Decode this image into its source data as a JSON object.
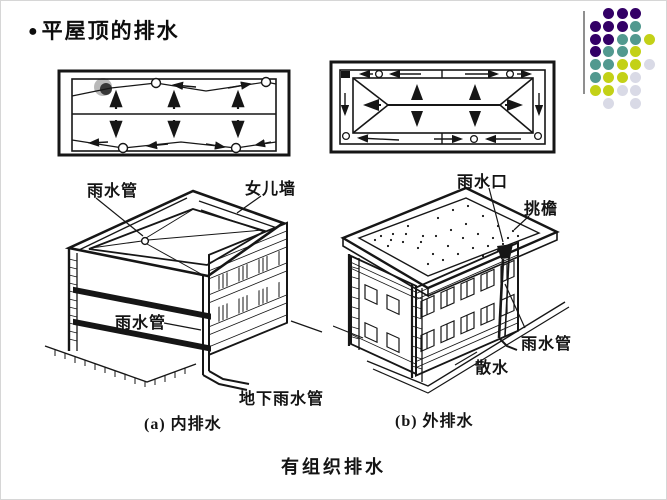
{
  "slide": {
    "bullet": "●",
    "title": "平屋顶的排水",
    "footer": "有组织排水"
  },
  "figure": {
    "caption_a": "(a) 内排水",
    "caption_b": "(b) 外排水",
    "labels": {
      "rain_pipe_roof": "雨水管",
      "parapet": "女儿墙",
      "rain_inlet": "雨水口",
      "eave": "挑檐",
      "rain_pipe_interior": "雨水管",
      "underground_rain_pipe": "地下雨水管",
      "rain_pipe_exterior": "雨水管",
      "apron": "散水"
    }
  },
  "decoration": {
    "color_map": {
      "P": "#330066",
      "T": "#52998f",
      "Y": "#c3d117",
      "G": "#d9dae6"
    },
    "dot_grid": [
      [
        "",
        "P",
        "P",
        "P",
        ""
      ],
      [
        "P",
        "P",
        "P",
        "T",
        ""
      ],
      [
        "P",
        "P",
        "T",
        "T",
        "Y"
      ],
      [
        "P",
        "T",
        "T",
        "Y",
        ""
      ],
      [
        "T",
        "T",
        "Y",
        "Y",
        "G"
      ],
      [
        "T",
        "Y",
        "Y",
        "G",
        ""
      ],
      [
        "Y",
        "Y",
        "G",
        "G",
        ""
      ],
      [
        "",
        "G",
        "",
        "G",
        ""
      ]
    ]
  },
  "drawing": {
    "ink": "#161616"
  }
}
